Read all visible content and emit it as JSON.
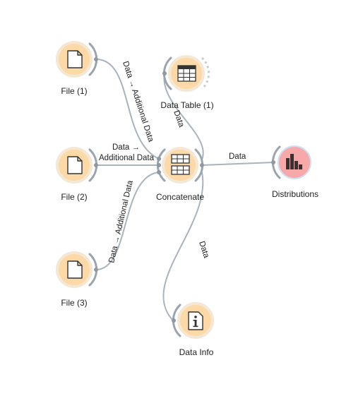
{
  "widgets": {
    "file1": {
      "label": "File (1)",
      "icon": "file-icon"
    },
    "file2": {
      "label": "File (2)",
      "icon": "file-icon"
    },
    "file3": {
      "label": "File (3)",
      "icon": "file-icon"
    },
    "data_table": {
      "label": "Data Table (1)",
      "icon": "table-icon"
    },
    "concatenate": {
      "label": "Concatenate",
      "icon": "concatenate-icon"
    },
    "distributions": {
      "label": "Distributions",
      "icon": "bar-chart-icon"
    },
    "data_info": {
      "label": "Data Info",
      "icon": "info-icon"
    }
  },
  "links": {
    "file1_concat": "Data → Additional Data",
    "file2_concat_line1": "Data →",
    "file2_concat_line2": "Additional Data",
    "file3_concat": "Data → Additional Data",
    "concat_table": "Data",
    "concat_dist": "Data",
    "concat_info": "Data"
  },
  "colors": {
    "widget_fill": "#fcd9a6",
    "distributions_fill": "#f7a8a8",
    "link": "#a9b3bd"
  }
}
